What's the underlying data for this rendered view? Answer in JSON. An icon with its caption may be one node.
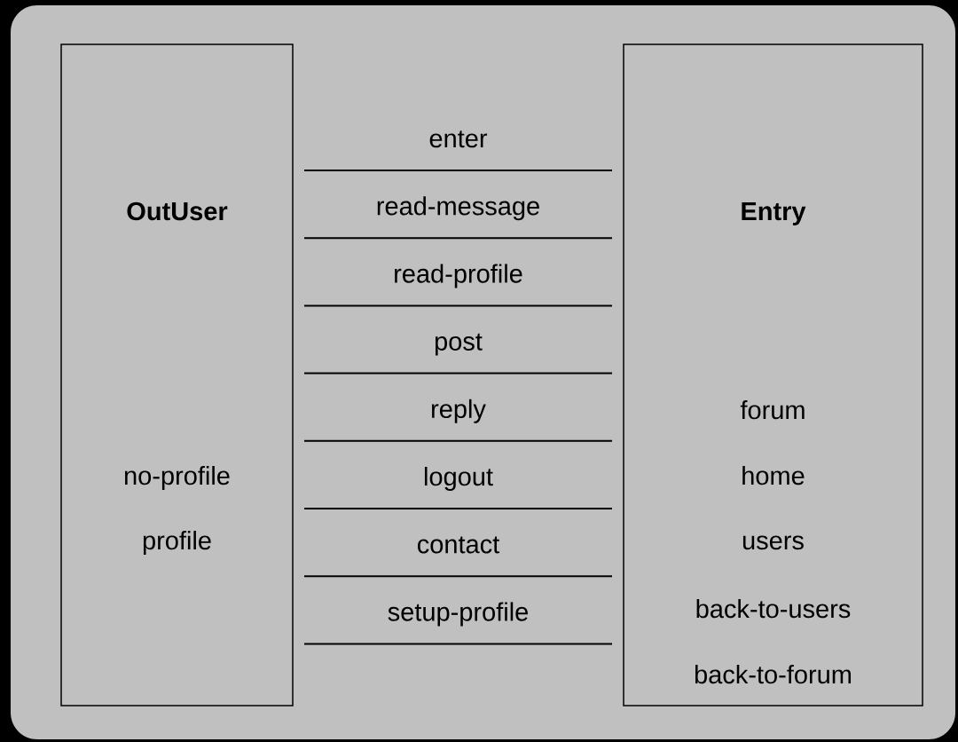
{
  "diagram": {
    "nodes": [
      {
        "text": [
          "OutUser",
          "no-profile",
          "profile"
        ]
      },
      {
        "text": [
          "Entry",
          "forum",
          "home",
          "users",
          "back-to-users",
          "back-to-forum"
        ]
      }
    ],
    "labels": [
      "enter",
      "read-message",
      "read-profile",
      "post",
      "reply",
      "logout",
      "contact",
      "setup-profile"
    ]
  }
}
